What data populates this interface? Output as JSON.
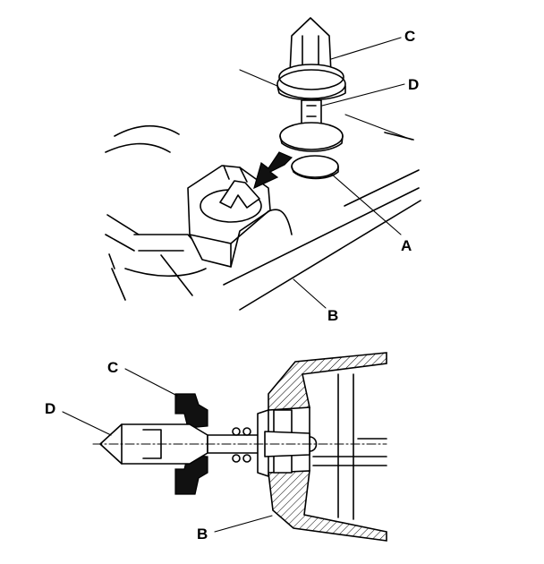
{
  "callouts": {
    "top": {
      "A": "A",
      "B": "B",
      "C": "C",
      "D": "D"
    },
    "bottom": {
      "B": "B",
      "C": "C",
      "D": "D"
    }
  }
}
